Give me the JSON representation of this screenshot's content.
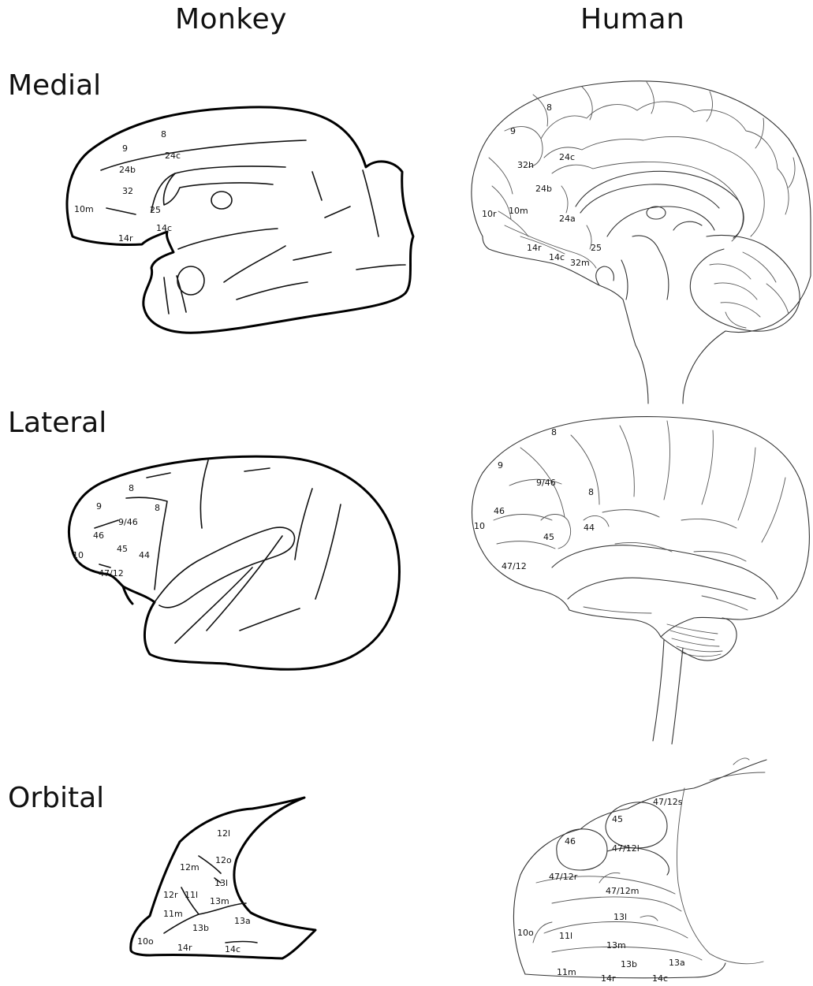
{
  "columns": {
    "monkey": "Monkey",
    "human": "Human"
  },
  "rows": {
    "medial": "Medial",
    "lateral": "Lateral",
    "orbital": "Orbital"
  },
  "monkey_medial_labels": [
    "8",
    "9",
    "24c",
    "24b",
    "32",
    "10m",
    "25",
    "14c",
    "14r"
  ],
  "human_medial_labels": [
    "8",
    "9",
    "32h",
    "24c",
    "24b",
    "10r",
    "10m",
    "24a",
    "25",
    "14r",
    "14c",
    "32m"
  ],
  "monkey_lateral_labels": [
    "8",
    "9",
    "8",
    "9/46",
    "46",
    "45",
    "44",
    "10",
    "47/12"
  ],
  "human_lateral_labels": [
    "8",
    "9",
    "9/46",
    "8",
    "46",
    "10",
    "45",
    "44",
    "47/12"
  ],
  "monkey_orbital_labels": [
    "12l",
    "12o",
    "12m",
    "13l",
    "12r",
    "11l",
    "13m",
    "11m",
    "13a",
    "13b",
    "10o",
    "14r",
    "14c"
  ],
  "human_orbital_labels": [
    "47/12s",
    "45",
    "46",
    "47/12l",
    "47/12r",
    "47/12m",
    "13l",
    "10o",
    "11l",
    "13m",
    "13b",
    "13a",
    "11m",
    "14r",
    "14c"
  ]
}
